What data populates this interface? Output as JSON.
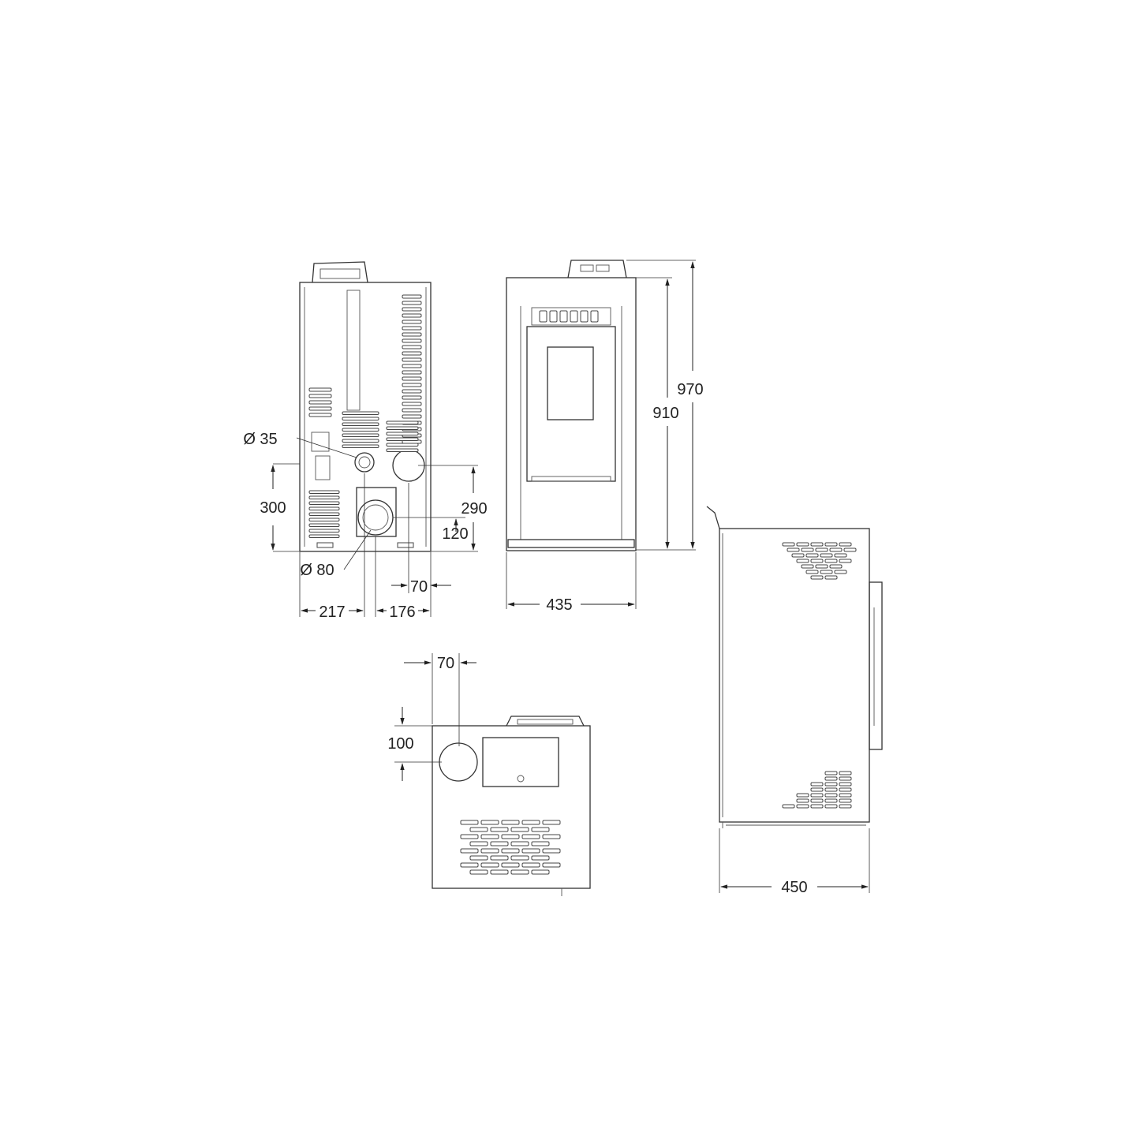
{
  "dimensions": {
    "back_diam_small": "Ø 35",
    "back_diam_large": "Ø 80",
    "back_h_300": "300",
    "back_h_290": "290",
    "back_h_120": "120",
    "back_w_70": "70",
    "back_w_217": "217",
    "back_w_176": "176",
    "front_h_970": "970",
    "front_h_910": "910",
    "front_w_435": "435",
    "top_w_70": "70",
    "top_h_100": "100",
    "side_w_450": "450"
  },
  "colors": {
    "line": "#333333",
    "background": "#ffffff"
  }
}
